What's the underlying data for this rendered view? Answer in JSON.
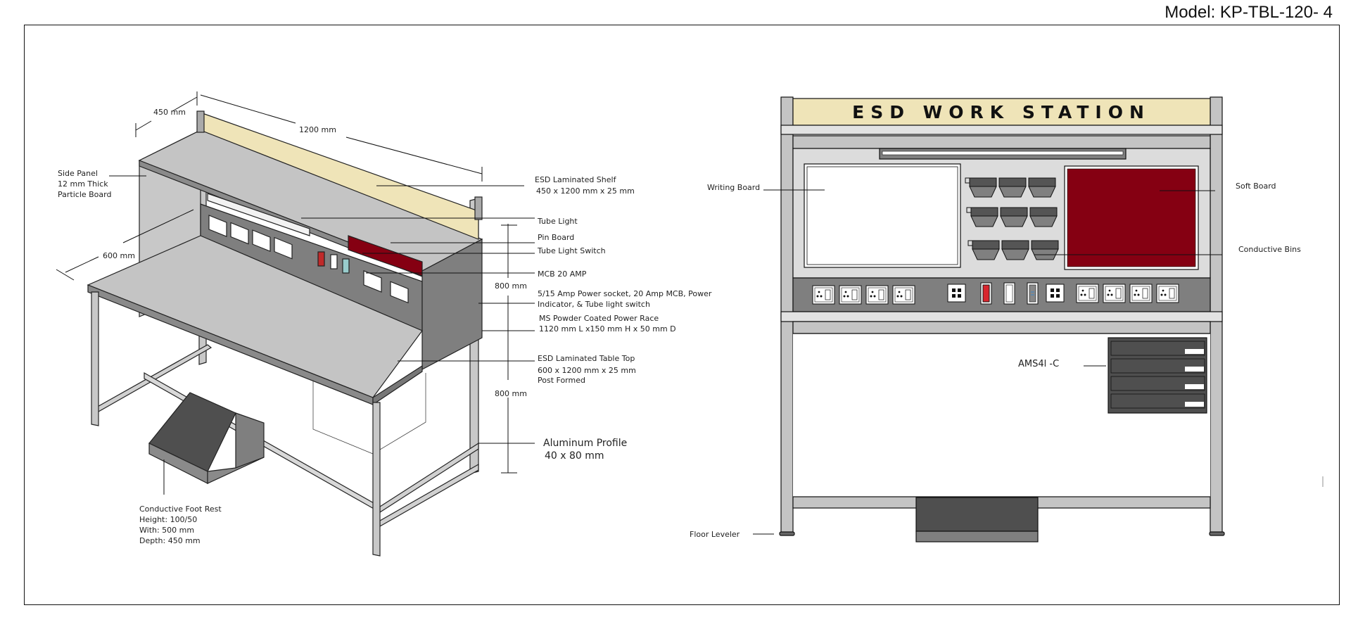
{
  "model": "Model: KP-TBL-120- 4",
  "colors": {
    "frame_grey": "#c4c4c4",
    "panel_grey": "#dcdcdc",
    "power_race": "#7f7f7f",
    "dark": "#4f4f4f",
    "soft_board": "#850012",
    "banner": "#efe4b8",
    "indicator_red": "#d8262e",
    "switch_blue": "#3a86c8"
  },
  "iso_view": {
    "dimensions": {
      "depth_shelf": "450 mm",
      "width": "1200 mm",
      "depth_table": "600 mm",
      "height_upper": "800 mm",
      "height_lower": "800 mm"
    },
    "callouts": {
      "side_panel": [
        "Side Panel",
        "12 mm Thick",
        "Particle Board"
      ],
      "shelf": [
        "ESD Laminated Shelf",
        "450 x 1200 mm x 25 mm"
      ],
      "tube_light": "Tube Light",
      "pin_board": "Pin Board",
      "tube_light_switch": "Tube Light Switch",
      "mcb": "MCB  20 AMP",
      "power_socket": [
        "5/15 Amp Power socket, 20 Amp MCB, Power",
        "Indicator, & Tube light switch"
      ],
      "power_race": [
        "MS Powder Coated Power Race",
        "1120 mm L  x150  mm H x 50 mm D"
      ],
      "table_top": [
        "ESD Laminated Table Top",
        "600 x 1200 mm x 25 mm",
        "Post Formed"
      ],
      "aluminum_profile": [
        "Aluminum Profile",
        "40 x 80 mm"
      ],
      "foot_rest": [
        "Conductive Foot Rest",
        "Height: 100/50",
        "With: 500 mm",
        "Depth: 450 mm"
      ]
    }
  },
  "front_view": {
    "banner_title": "ESD  WORK STATION",
    "callouts": {
      "writing_board": "Writing Board",
      "soft_board": "Soft Board",
      "conductive_bins": "Conductive Bins",
      "drawer_unit": "AMS4l -C",
      "floor_leveler": "Floor Leveler"
    },
    "bin_rows": 3,
    "bins_per_row": 3,
    "left_sockets": 4,
    "right_sockets": 4,
    "drawers": 4
  }
}
